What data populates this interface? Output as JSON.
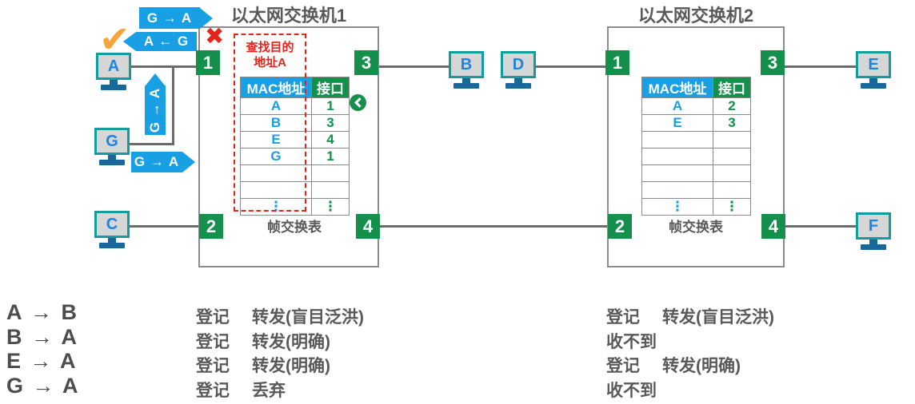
{
  "colors": {
    "accent_blue": "#199FE4",
    "accent_green": "#15904C",
    "alert_red": "#E3251C",
    "check_orange": "#F7A33C",
    "monitor_teal": "#129C9C",
    "text_gray": "#595959"
  },
  "icons": {
    "check": "✔",
    "cross": "✖",
    "chevron_left": "❮"
  },
  "hosts": {
    "a": "A",
    "b": "B",
    "c": "C",
    "d": "D",
    "e": "E",
    "f": "F",
    "g": "G"
  },
  "frames": {
    "top": "G → A",
    "reply": "A ← G",
    "vertical": "G → A",
    "bottom": "G → A"
  },
  "switch1": {
    "title": "以太网交换机1",
    "lookup_line1": "查找目的",
    "lookup_line2": "地址A",
    "caption": "帧交换表",
    "ports": {
      "p1": "1",
      "p2": "2",
      "p3": "3",
      "p4": "4"
    },
    "table": {
      "headers": {
        "mac": "MAC地址",
        "port": "接口"
      },
      "rows": [
        {
          "mac": "A",
          "port": "1"
        },
        {
          "mac": "B",
          "port": "3"
        },
        {
          "mac": "E",
          "port": "4"
        },
        {
          "mac": "G",
          "port": "1"
        },
        {
          "mac": "",
          "port": ""
        },
        {
          "mac": "",
          "port": ""
        },
        {
          "mac": "⋮",
          "port": "⋮"
        }
      ]
    }
  },
  "switch2": {
    "title": "以太网交换机2",
    "caption": "帧交换表",
    "ports": {
      "p1": "1",
      "p2": "2",
      "p3": "3",
      "p4": "4"
    },
    "table": {
      "headers": {
        "mac": "MAC地址",
        "port": "接口"
      },
      "rows": [
        {
          "mac": "A",
          "port": "2"
        },
        {
          "mac": "E",
          "port": "3"
        },
        {
          "mac": "",
          "port": ""
        },
        {
          "mac": "",
          "port": ""
        },
        {
          "mac": "",
          "port": ""
        },
        {
          "mac": "",
          "port": ""
        },
        {
          "mac": "⋮",
          "port": "⋮"
        }
      ]
    }
  },
  "scenarios": [
    {
      "flow": "A → B",
      "sw1_a": "登记",
      "sw1_b": "转发(盲目泛洪)",
      "sw2_a": "登记",
      "sw2_b": "转发(盲目泛洪)"
    },
    {
      "flow": "B → A",
      "sw1_a": "登记",
      "sw1_b": "转发(明确)",
      "sw2_a": "收不到",
      "sw2_b": ""
    },
    {
      "flow": "E → A",
      "sw1_a": "登记",
      "sw1_b": "转发(明确)",
      "sw2_a": "登记",
      "sw2_b": "转发(明确)"
    },
    {
      "flow": "G → A",
      "sw1_a": "登记",
      "sw1_b": "丢弃",
      "sw2_a": "收不到",
      "sw2_b": ""
    }
  ]
}
